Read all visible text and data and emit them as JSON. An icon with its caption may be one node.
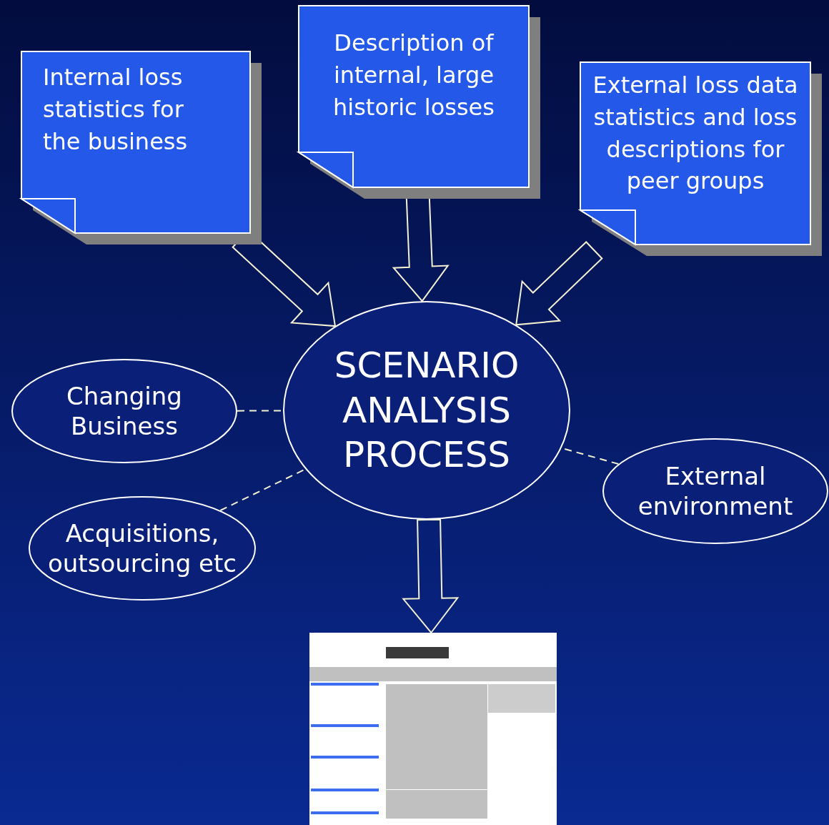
{
  "diagram": {
    "nodes": [
      {
        "text": [
          "Internal loss statistics for the business"
        ]
      },
      {
        "text": [
          "Description of internal, large historic losses"
        ]
      },
      {
        "text": [
          "External loss data statistics and loss descriptions for peer groups"
        ]
      },
      {
        "text": [
          "SCENARIO ANALYSIS PROCESS"
        ]
      },
      {
        "text": [
          "Changing Business"
        ]
      },
      {
        "text": [
          "External environment"
        ]
      },
      {
        "text": [
          "Acquisitions, outsourcing etc"
        ]
      },
      {
        "text": [],
        "shape": "picture"
      }
    ],
    "edges": [
      {
        "from": 0,
        "to": 3,
        "arrow": "to"
      },
      {
        "from": 1,
        "to": 3,
        "arrow": "to"
      },
      {
        "from": 2,
        "to": 3,
        "arrow": "to"
      },
      {
        "from": 4,
        "to": 3,
        "arrow": "none",
        "style": "dashed"
      },
      {
        "from": 5,
        "to": 3,
        "arrow": "none",
        "style": "dashed"
      },
      {
        "from": 6,
        "to": 3,
        "arrow": "none",
        "style": "dashed"
      },
      {
        "from": 3,
        "to": 7,
        "arrow": "to"
      }
    ]
  }
}
